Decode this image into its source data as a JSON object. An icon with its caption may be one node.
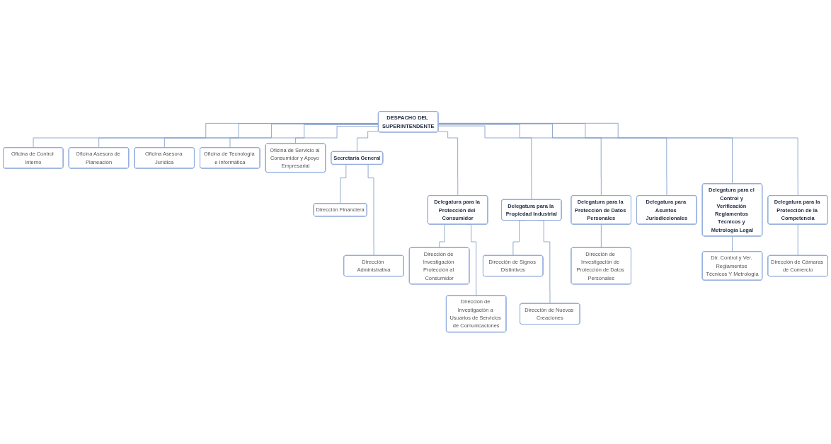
{
  "diagram": {
    "nodes": [
      {
        "text": [
          "DESPACHO DEL SUPERINTENDENTE"
        ]
      },
      {
        "text": [
          "Oficina de Control Interno"
        ]
      },
      {
        "text": [
          "Oficina Asesora de Planeación"
        ]
      },
      {
        "text": [
          "Oficina Asesora Jurídica"
        ]
      },
      {
        "text": [
          "Oficina de Tecnología e Informática"
        ]
      },
      {
        "text": [
          "Oficina de Servicio al Consumidor y Apoyo Empresarial"
        ]
      },
      {
        "text": [
          "Secretaría General"
        ]
      },
      {
        "text": [
          "Dirección Financiera"
        ]
      },
      {
        "text": [
          "Dirección Administrativa"
        ]
      },
      {
        "text": [
          "Delegatura para la Protección del Consumidor"
        ]
      },
      {
        "text": [
          "Delegatura para la Propiedad Industrial"
        ]
      },
      {
        "text": [
          "Delegatura para la Protección de Datos Personales"
        ]
      },
      {
        "text": [
          "Delegatura para Asuntos Jurisdiccionales"
        ]
      },
      {
        "text": [
          "Delegatura para el Control y Verificación Reglamentos Técnicos y Metrología Legal"
        ]
      },
      {
        "text": [
          "Delegatura para la Protección de la Competencia"
        ]
      },
      {
        "text": [
          "Dirección de Investigación Protección al Consumidor"
        ]
      },
      {
        "text": [
          "Dirección de Investigación a Usuarios de Servicios de Comunicaciones"
        ]
      },
      {
        "text": [
          "Dirección de Signos Distintivos"
        ]
      },
      {
        "text": [
          "Dirección de Nuevas Creaciones"
        ]
      },
      {
        "text": [
          "Dirección de Investigación de Protección de Datos Personales"
        ]
      },
      {
        "text": [
          "Dir. Control y Ver. Reglamentos Técnicos Y Metrología"
        ]
      },
      {
        "text": [
          "Dirección de Cámaras de Comercio"
        ]
      }
    ],
    "edges": [
      {
        "from": 0,
        "to": 1,
        "arrow": "none"
      },
      {
        "from": 0,
        "to": 2,
        "arrow": "none"
      },
      {
        "from": 0,
        "to": 3,
        "arrow": "none"
      },
      {
        "from": 0,
        "to": 4,
        "arrow": "none"
      },
      {
        "from": 0,
        "to": 5,
        "arrow": "none"
      },
      {
        "from": 0,
        "to": 6,
        "arrow": "none"
      },
      {
        "from": 6,
        "to": 7,
        "arrow": "none"
      },
      {
        "from": 6,
        "to": 8,
        "arrow": "none"
      },
      {
        "from": 0,
        "to": 9,
        "arrow": "none"
      },
      {
        "from": 0,
        "to": 10,
        "arrow": "none"
      },
      {
        "from": 0,
        "to": 11,
        "arrow": "none"
      },
      {
        "from": 0,
        "to": 12,
        "arrow": "none"
      },
      {
        "from": 0,
        "to": 13,
        "arrow": "none"
      },
      {
        "from": 0,
        "to": 14,
        "arrow": "none"
      },
      {
        "from": 9,
        "to": 15,
        "arrow": "none"
      },
      {
        "from": 9,
        "to": 16,
        "arrow": "none"
      },
      {
        "from": 10,
        "to": 17,
        "arrow": "none"
      },
      {
        "from": 10,
        "to": 18,
        "arrow": "none"
      },
      {
        "from": 11,
        "to": 19,
        "arrow": "none"
      },
      {
        "from": 13,
        "to": 20,
        "arrow": "none"
      },
      {
        "from": 14,
        "to": 21,
        "arrow": "none"
      }
    ]
  }
}
